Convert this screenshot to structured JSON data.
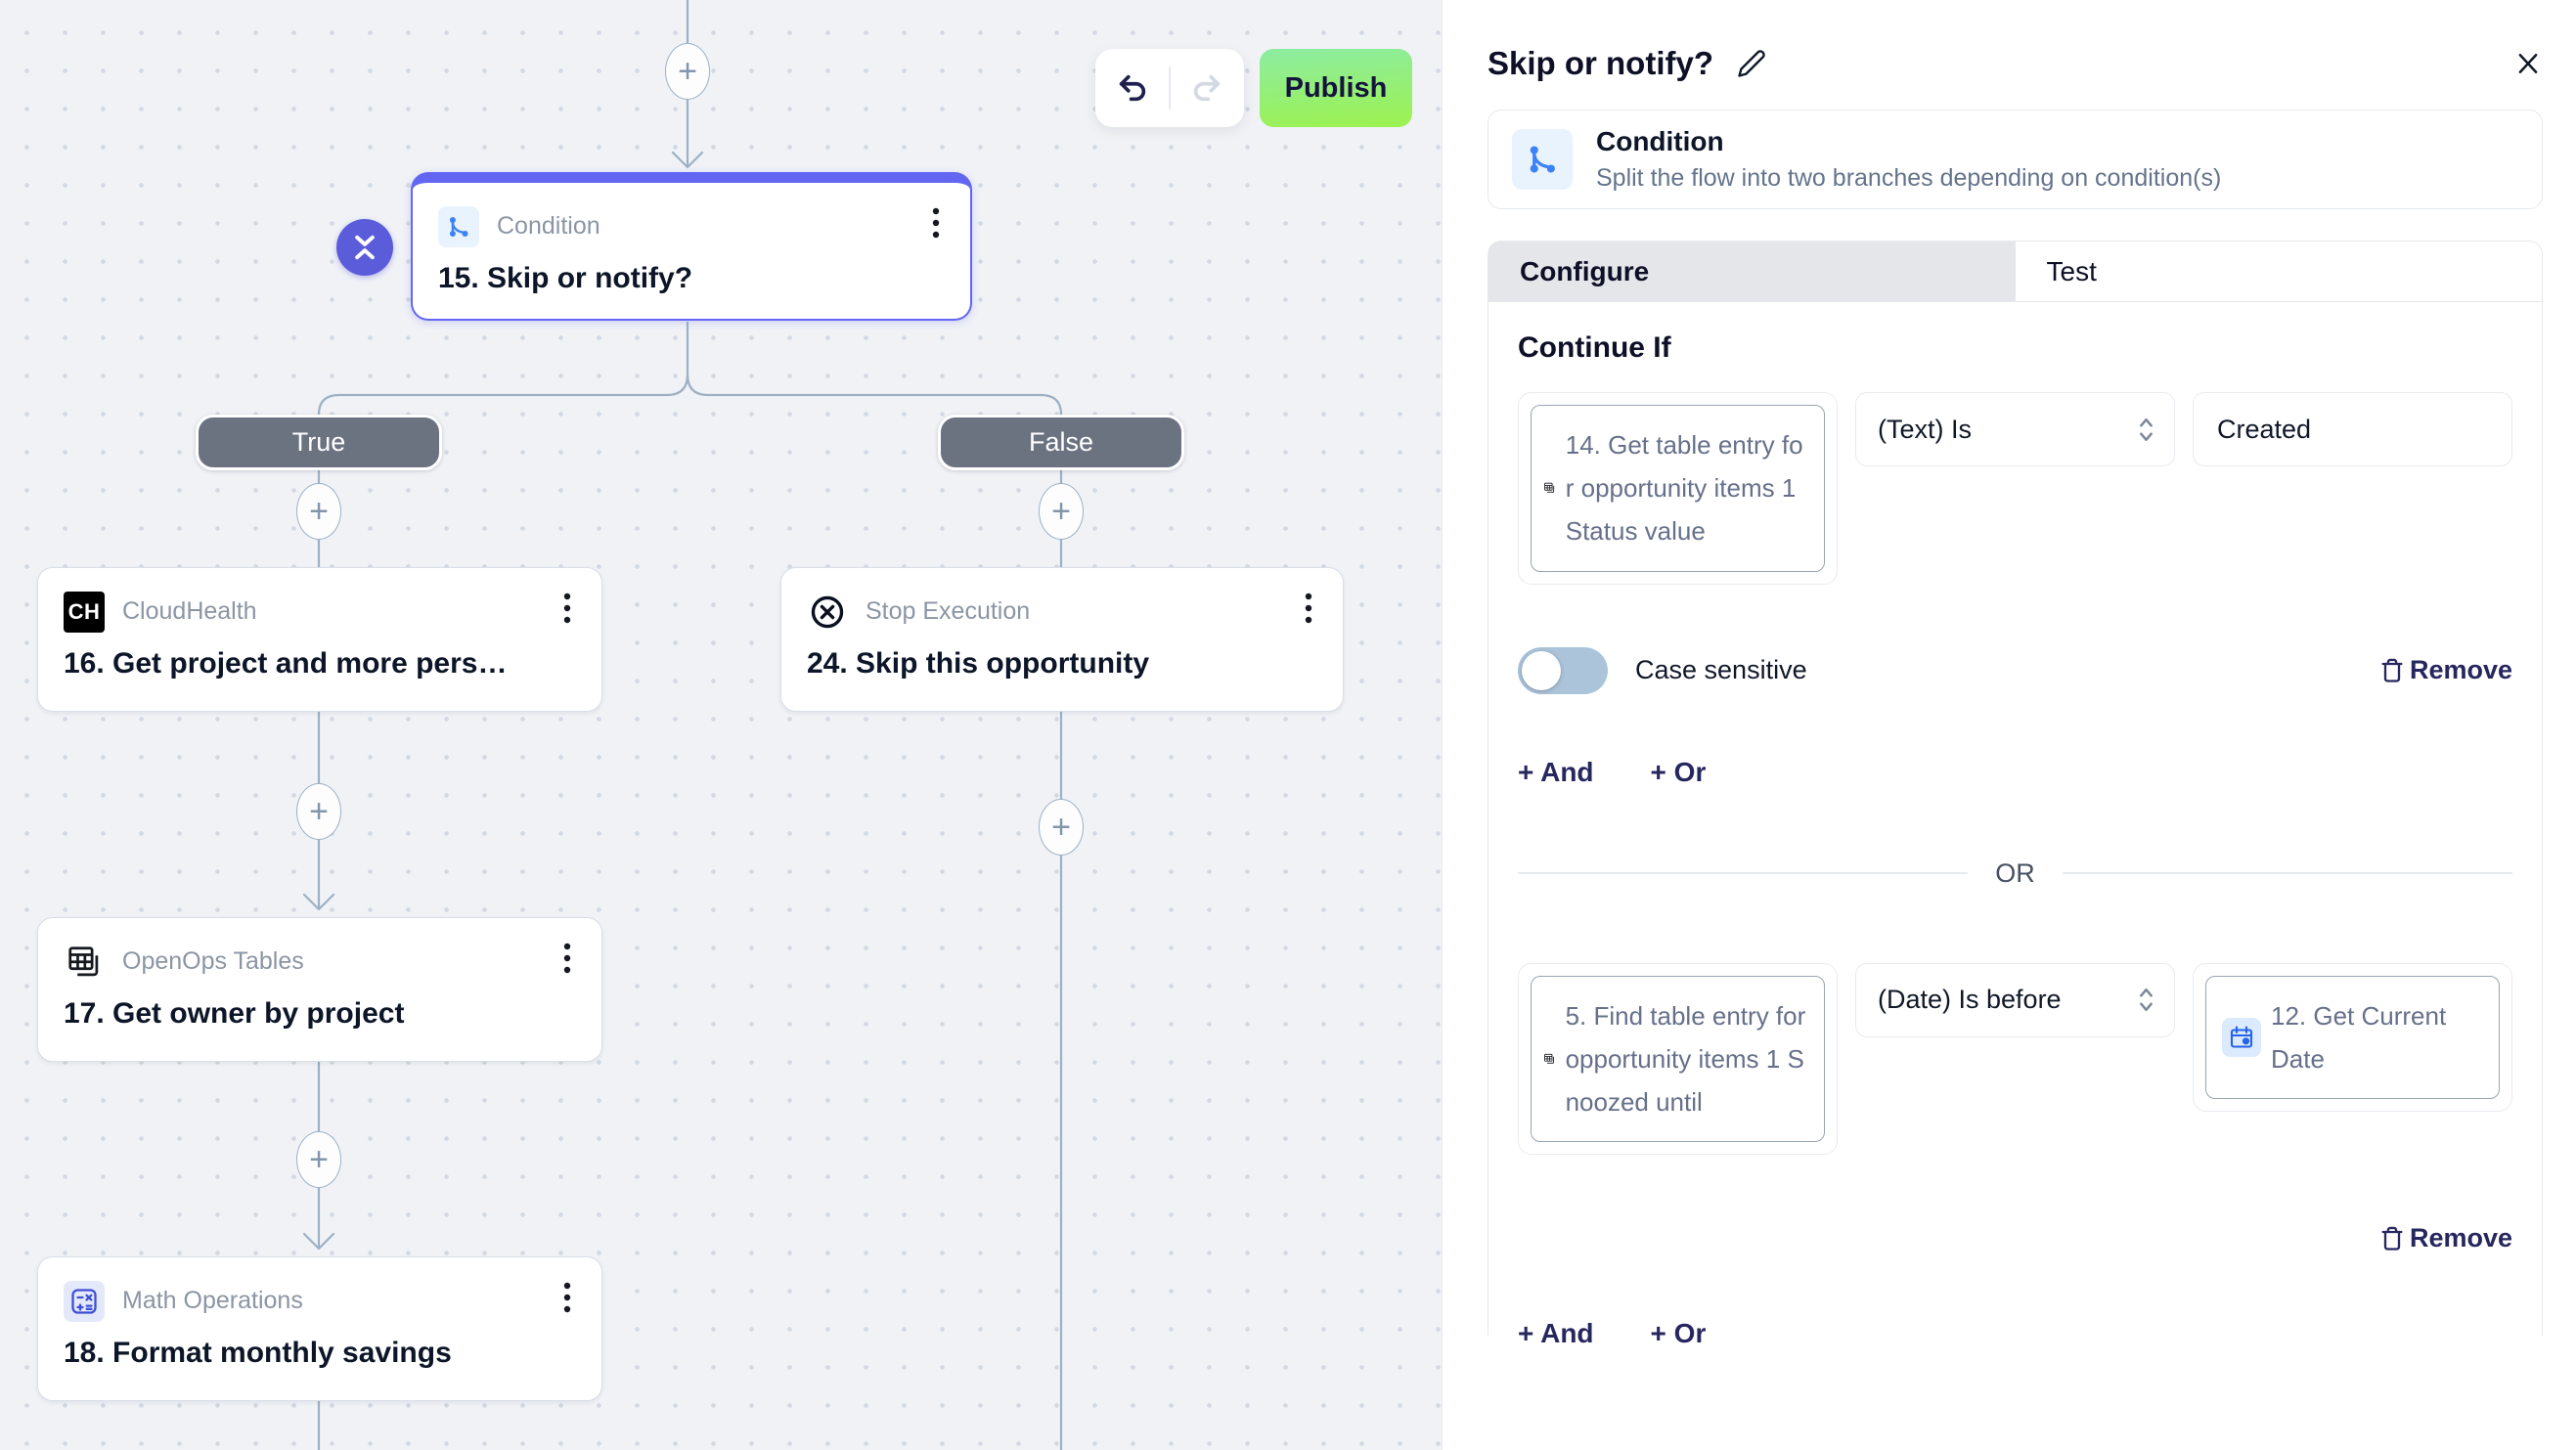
{
  "colors": {
    "accent_purple": "#6366f1",
    "badge_purple": "#5a5cd9",
    "publish_gradient_from": "#8ceca2",
    "publish_gradient_to": "#9df24e",
    "navy_text": "#14143c",
    "link_navy": "#27275f",
    "wire": "#9db1c5",
    "branch_badge_gray": "#6b7280",
    "blue_icon": "#3b82f6"
  },
  "icons": {
    "plus": "+",
    "ch_badge": "CH"
  },
  "toolbar": {
    "publish_label": "Publish"
  },
  "canvas": {
    "condition_node": {
      "app": "Condition",
      "title": "15. Skip or notify?"
    },
    "branch_true_label": "True",
    "branch_false_label": "False",
    "nodes": [
      {
        "app": "CloudHealth",
        "title": "16. Get project and more pers…"
      },
      {
        "app": "Stop Execution",
        "title": "24. Skip this opportunity"
      },
      {
        "app": "OpenOps Tables",
        "title": "17. Get owner by project"
      },
      {
        "app": "Math Operations",
        "title": "18. Format monthly savings"
      }
    ]
  },
  "panel": {
    "title": "Skip or notify?",
    "card": {
      "title": "Condition",
      "subtitle": "Split the flow into two branches depending on condition(s)"
    },
    "tabs": {
      "configure": "Configure",
      "test": "Test"
    },
    "section_heading": "Continue If",
    "group1": {
      "field_token": "14. Get table entry for opportunity items 1 Status value",
      "operator": "(Text) Is",
      "value": "Created",
      "case_sensitive_label": "Case sensitive",
      "remove_label": "Remove",
      "and_label": "+ And",
      "or_label": "+ Or"
    },
    "or_divider": "OR",
    "group2": {
      "field_token": "5. Find table entry for opportunity items 1 Snoozed until",
      "operator": "(Date) Is before",
      "value_token": "12. Get Current Date",
      "remove_label": "Remove",
      "and_label": "+ And",
      "or_label": "+ Or"
    }
  }
}
